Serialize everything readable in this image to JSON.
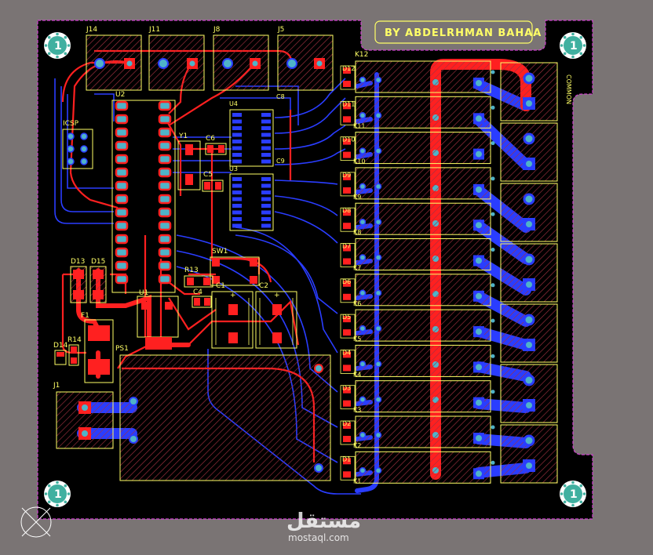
{
  "title": "BY ABDELRHMAN BAHAA",
  "connector_labels": [
    "J14",
    "J11",
    "J8",
    "J5"
  ],
  "j1_label": "J1",
  "icsp_label": "ICSP",
  "ic_labels": {
    "u2": "U2",
    "u4": "U4",
    "u3": "U3",
    "u1": "U1",
    "c8": "C8",
    "c9": "C9"
  },
  "component_labels": {
    "y1": "Y1",
    "c6": "C6",
    "c5": "C5",
    "sw1": "SW1",
    "r13": "R13",
    "c4": "C4",
    "c1": "C1",
    "c2": "C2",
    "d13": "D13",
    "d15": "D15",
    "f1": "F1",
    "d14": "D14",
    "r14": "R14",
    "ps1": "PS1"
  },
  "relay_label": "K12",
  "common_label": "COMMON",
  "diode_labels": [
    "D12",
    "D11",
    "D10",
    "D9",
    "D8",
    "D7",
    "D6",
    "D5",
    "D4",
    "D3",
    "D2",
    "D1"
  ],
  "relay_labels": [
    "K11",
    "K10",
    "K9",
    "K8",
    "K7",
    "K6",
    "K5",
    "K4",
    "K3",
    "K2",
    "K1"
  ],
  "mounting_hole_label": "1",
  "watermark": {
    "arabic": "مستقل",
    "latin": "mostaql.com"
  },
  "colors": {
    "board": "#000000",
    "outline": "#d040d0",
    "silk": "#ffff66",
    "top_copper": "#ff2020",
    "bottom_copper": "#2a3dff",
    "pad": "#4fb3c8"
  }
}
